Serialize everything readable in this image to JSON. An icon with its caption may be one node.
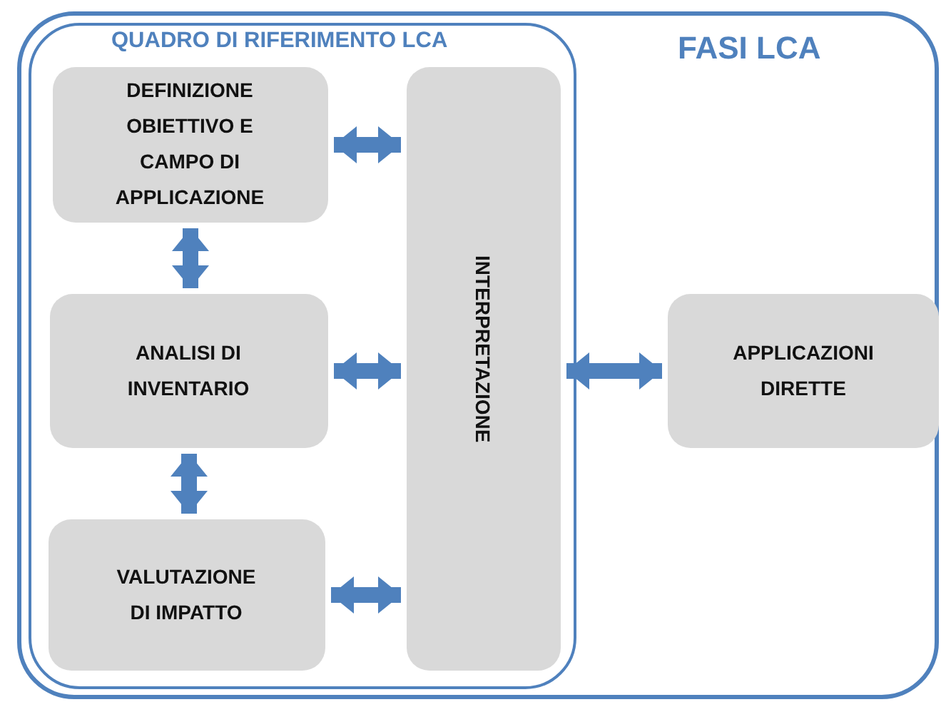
{
  "diagram": {
    "nodes": [
      {
        "text": [
          "FASI LCA"
        ]
      },
      {
        "text": [
          "QUADRO DI RIFERIMENTO LCA"
        ],
        "in": 0
      },
      {
        "text": [
          "DEFINIZIONE OBIETTIVO E CAMPO DI APPLICAZIONE"
        ],
        "in": 1
      },
      {
        "text": [
          "ANALISI DI INVENTARIO"
        ],
        "in": 1
      },
      {
        "text": [
          "VALUTAZIONE DI IMPATTO"
        ],
        "in": 1
      },
      {
        "text": [
          "INTERPRETAZIONE"
        ],
        "in": 1
      },
      {
        "text": [
          "APPLICAZIONI DIRETTE"
        ],
        "in": 0
      }
    ],
    "edges": [
      {
        "from": 2,
        "to": 5,
        "arrow": "both"
      },
      {
        "from": 2,
        "to": 3,
        "arrow": "both"
      },
      {
        "from": 3,
        "to": 5,
        "arrow": "both"
      },
      {
        "from": 3,
        "to": 4,
        "arrow": "both"
      },
      {
        "from": 4,
        "to": 5,
        "arrow": "both"
      },
      {
        "from": 5,
        "to": 6,
        "arrow": "both"
      }
    ]
  }
}
